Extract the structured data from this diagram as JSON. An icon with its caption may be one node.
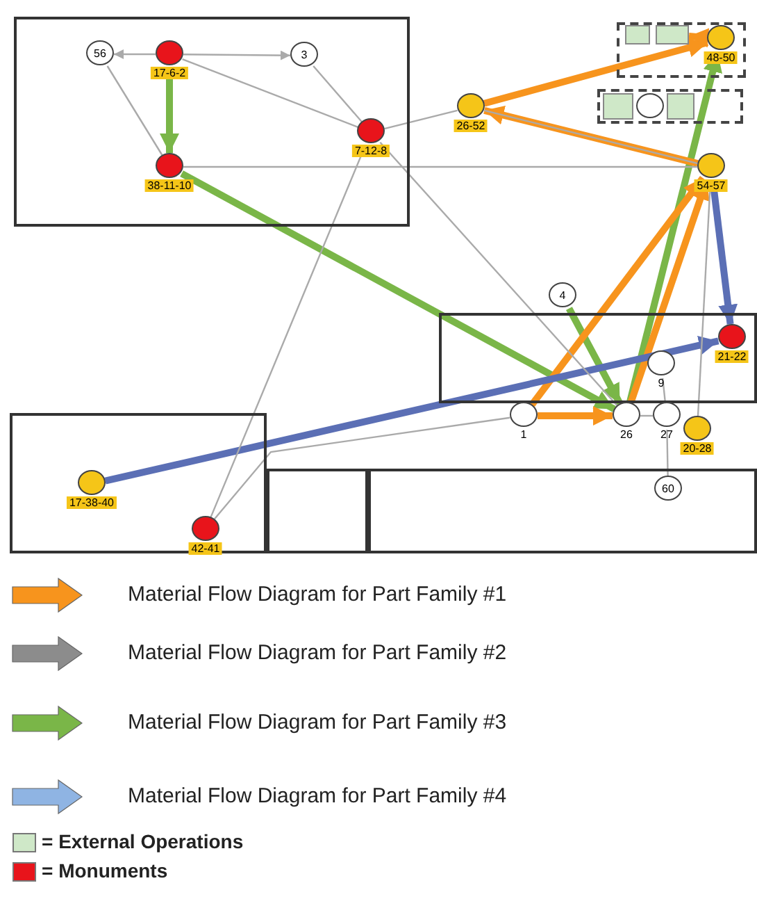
{
  "diagram": {
    "nodes": [
      {
        "text": [],
        "shape": "box"
      },
      {
        "text": [
          "56"
        ],
        "in": 0
      },
      {
        "text": [
          "17-6-2"
        ],
        "in": 0
      },
      {
        "text": [
          "3"
        ],
        "in": 0
      },
      {
        "text": [
          "38-11-10"
        ],
        "in": 0
      },
      {
        "text": [
          "7-12-8"
        ],
        "in": 0
      },
      {
        "text": [],
        "shape": "box"
      },
      {
        "text": [],
        "shape": "box",
        "in": 6
      },
      {
        "text": [],
        "shape": "box",
        "in": 6
      },
      {
        "text": [
          "48-50"
        ],
        "in": 6
      },
      {
        "text": [],
        "shape": "box"
      },
      {
        "text": [],
        "shape": "box",
        "in": 10
      },
      {
        "text": [],
        "shape": "box",
        "in": 10
      },
      {
        "text": [],
        "shape": "circle",
        "in": 10
      },
      {
        "text": [
          "26-52"
        ]
      },
      {
        "text": [
          "54-57"
        ]
      },
      {
        "text": [
          "4"
        ]
      },
      {
        "text": [],
        "shape": "box"
      },
      {
        "text": [
          "21-22"
        ],
        "in": 17
      },
      {
        "text": [
          "9"
        ],
        "in": 17
      },
      {
        "text": [
          "1"
        ]
      },
      {
        "text": [
          "26"
        ]
      },
      {
        "text": [
          "27"
        ]
      },
      {
        "text": [
          "20-28"
        ]
      },
      {
        "text": [],
        "shape": "box"
      },
      {
        "text": [
          "17-38-40"
        ],
        "in": 24
      },
      {
        "text": [
          "42-41"
        ],
        "in": 24
      },
      {
        "text": [],
        "shape": "box"
      },
      {
        "text": [],
        "shape": "box"
      },
      {
        "text": [
          "60"
        ],
        "in": 28
      }
    ],
    "edges": [
      {
        "from": 2,
        "to": 4,
        "arrow": "to",
        "style": "thick",
        "color": "#7ab648"
      },
      {
        "from": 4,
        "to": 21,
        "arrow": "to",
        "style": "thick",
        "color": "#7ab648"
      },
      {
        "from": 21,
        "to": 9,
        "arrow": "to",
        "style": "thick",
        "color": "#7ab648"
      },
      {
        "from": 16,
        "to": 21,
        "arrow": "to",
        "style": "thick",
        "color": "#7ab648"
      },
      {
        "from": 14,
        "to": 9,
        "arrow": "to",
        "style": "thick",
        "color": "#f7941d"
      },
      {
        "from": 15,
        "to": 14,
        "arrow": "to",
        "style": "thick",
        "color": "#f7941d"
      },
      {
        "from": 9,
        "to": 8,
        "arrow": "to",
        "style": "thick",
        "color": "#f7941d"
      },
      {
        "from": 20,
        "to": 21,
        "arrow": "to",
        "style": "thick",
        "color": "#f7941d"
      },
      {
        "from": 20,
        "to": 15,
        "arrow": "to",
        "style": "thick",
        "color": "#f7941d"
      },
      {
        "from": 21,
        "to": 15,
        "arrow": "to",
        "style": "thick",
        "color": "#f7941d"
      },
      {
        "from": 25,
        "to": 18,
        "arrow": "to",
        "style": "thick",
        "color": "#5b6fb5"
      },
      {
        "from": 15,
        "to": 18,
        "arrow": "to",
        "style": "thick",
        "color": "#5b6fb5"
      },
      {
        "from": 2,
        "to": 1,
        "arrow": "to"
      },
      {
        "from": 2,
        "to": 3,
        "arrow": "to"
      },
      {
        "from": 3,
        "to": 5,
        "arrow": "none"
      },
      {
        "from": 2,
        "to": 5,
        "arrow": "none"
      },
      {
        "from": 1,
        "to": 4,
        "arrow": "none"
      },
      {
        "from": 4,
        "to": 15,
        "arrow": "none"
      },
      {
        "from": 5,
        "to": 14,
        "arrow": "none"
      },
      {
        "from": 5,
        "to": 21,
        "arrow": "none"
      },
      {
        "from": 5,
        "to": 26,
        "arrow": "none"
      },
      {
        "from": 14,
        "to": 15,
        "arrow": "none"
      },
      {
        "from": 21,
        "to": 22,
        "arrow": "none"
      },
      {
        "from": 19,
        "to": 22,
        "arrow": "none"
      },
      {
        "from": 22,
        "to": 29,
        "arrow": "none"
      },
      {
        "from": 15,
        "to": 23,
        "arrow": "none"
      },
      {
        "from": 26,
        "to": 20,
        "arrow": "none"
      }
    ],
    "legend": [
      {
        "text": "Material Flow Diagram for Part Family #1",
        "color": "#f7941d"
      },
      {
        "text": "Material Flow Diagram for Part Family #2",
        "color": "#8c8c8c"
      },
      {
        "text": "Material Flow Diagram for Part Family #3",
        "color": "#7ab648"
      },
      {
        "text": "Material Flow Diagram for Part Family #4",
        "color": "#8fb4e3"
      },
      {
        "text": "= External Operations",
        "color": "#cfe8c8"
      },
      {
        "text": "= Monuments",
        "color": "#e8141b"
      }
    ]
  }
}
